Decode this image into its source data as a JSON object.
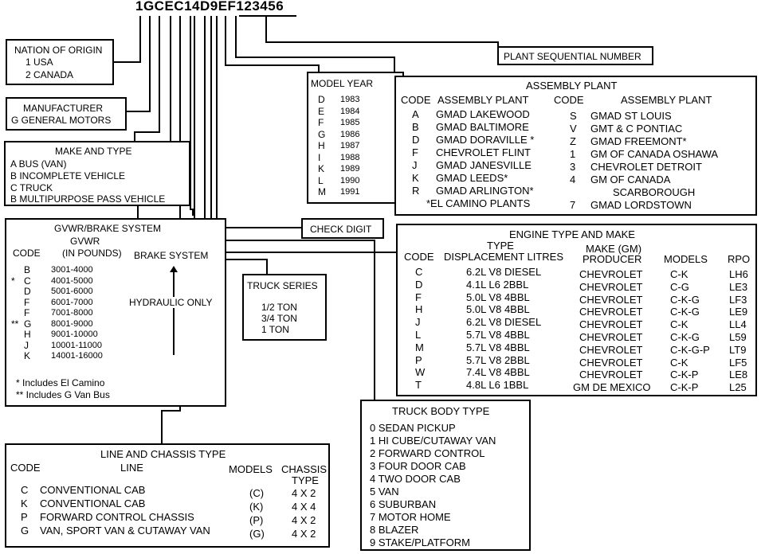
{
  "vin": "1GCEC14D9EF123456",
  "nation": {
    "title": "NATION OF ORIGIN",
    "items": [
      "1  USA",
      "2  CANADA"
    ]
  },
  "manufacturer": {
    "title": "MANUFACTURER",
    "item": "G GENERAL MOTORS"
  },
  "make_type": {
    "title": "MAKE AND TYPE",
    "items": [
      "A  BUS (VAN)",
      "B  INCOMPLETE VEHICLE",
      "C  TRUCK",
      "B  MULTIPURPOSE PASS VEHICLE"
    ]
  },
  "gvwr": {
    "title": "GVWR/BRAKE SYSTEM",
    "col_code": "CODE",
    "col_gvwr": "GVWR",
    "col_gvwr_sub": "(IN POUNDS)",
    "col_brake": "BRAKE SYSTEM",
    "brake_value": "HYDRAULIC ONLY",
    "rows": [
      {
        "mark": "",
        "code": "B",
        "range": "3001-4000"
      },
      {
        "mark": "*",
        "code": "C",
        "range": "4001-5000"
      },
      {
        "mark": "",
        "code": "D",
        "range": "5001-6000"
      },
      {
        "mark": "",
        "code": "F",
        "range": "6001-7000"
      },
      {
        "mark": "",
        "code": "F",
        "range": "7001-8000"
      },
      {
        "mark": "**",
        "code": "G",
        "range": "8001-9000"
      },
      {
        "mark": "",
        "code": "H",
        "range": "9001-10000"
      },
      {
        "mark": "",
        "code": "J",
        "range": "10001-11000"
      },
      {
        "mark": "",
        "code": "K",
        "range": "14001-16000"
      }
    ],
    "notes": [
      "*  Includes El Camino",
      "** Includes G Van Bus"
    ]
  },
  "model_year": {
    "title": "MODEL YEAR",
    "rows": [
      {
        "code": "D",
        "year": "1983"
      },
      {
        "code": "E",
        "year": "1984"
      },
      {
        "code": "F",
        "year": "1985"
      },
      {
        "code": "G",
        "year": "1986"
      },
      {
        "code": "H",
        "year": "1987"
      },
      {
        "code": "I",
        "year": "1988"
      },
      {
        "code": "K",
        "year": "1989"
      },
      {
        "code": "L",
        "year": "1990"
      },
      {
        "code": "M",
        "year": "1991"
      }
    ]
  },
  "plant_seq": {
    "label": "PLANT SEQUENTIAL NUMBER"
  },
  "check_digit": {
    "label": "CHECK DIGIT"
  },
  "assembly": {
    "title": "ASSEMBLY PLANT",
    "col_code": "CODE",
    "col_plant": "ASSEMBLY PLANT",
    "left": [
      {
        "code": "A",
        "plant": "GMAD LAKEWOOD"
      },
      {
        "code": "B",
        "plant": "GMAD BALTIMORE"
      },
      {
        "code": "D",
        "plant": "GMAD DORAVILLE *"
      },
      {
        "code": "F",
        "plant": "CHEVROLET FLINT"
      },
      {
        "code": "J",
        "plant": "GMAD JANESVILLE"
      },
      {
        "code": "K",
        "plant": "GMAD LEEDS*"
      },
      {
        "code": "R",
        "plant": "GMAD ARLINGTON*"
      }
    ],
    "left_note": "*EL CAMINO PLANTS",
    "right": [
      {
        "code": "S",
        "plant": "GMAD ST LOUIS"
      },
      {
        "code": "V",
        "plant": "GMT & C PONTIAC"
      },
      {
        "code": "Z",
        "plant": "GMAD FREEMONT*"
      },
      {
        "code": "1",
        "plant": "GM  OF CANADA OSHAWA"
      },
      {
        "code": "3",
        "plant": "CHEVROLET DETROIT"
      },
      {
        "code": "4",
        "plant": "GM OF CANADA"
      },
      {
        "code": "",
        "plant": "SCARBOROUGH"
      },
      {
        "code": "7",
        "plant": "GMAD LORDSTOWN"
      }
    ]
  },
  "engine": {
    "title": "ENGINE TYPE AND MAKE",
    "h_type": "TYPE",
    "h_make": "MAKE (GM)",
    "h_code": "CODE",
    "h_disp": "DISPLACEMENT LITRES",
    "h_producer": "PRODUCER",
    "h_models": "MODELS",
    "h_rpo": "RPO",
    "rows": [
      {
        "code": "C",
        "disp": "6.2L  V8 DIESEL",
        "producer": "CHEVROLET",
        "models": "C-K",
        "rpo": "LH6"
      },
      {
        "code": "D",
        "disp": "4.1L  L6 2BBL",
        "producer": "CHEVROLET",
        "models": "C-G",
        "rpo": "LE3"
      },
      {
        "code": "F",
        "disp": "5.0L  V8  4BBL",
        "producer": "CHEVROLET",
        "models": "C-K-G",
        "rpo": "LF3"
      },
      {
        "code": "H",
        "disp": "5.0L  V8 4BBL",
        "producer": "CHEVROLET",
        "models": "C-K-G",
        "rpo": "LE9"
      },
      {
        "code": "J",
        "disp": "6.2L  V8 DIESEL",
        "producer": "CHEVROLET",
        "models": "C-K",
        "rpo": "LL4"
      },
      {
        "code": "L",
        "disp": "5.7L  V8 4BBL",
        "producer": "CHEVROLET",
        "models": "C-K-G",
        "rpo": "L59"
      },
      {
        "code": "M",
        "disp": "5.7L  V8 4BBL",
        "producer": "CHEVROLET",
        "models": "C-K-G-P",
        "rpo": "LT9"
      },
      {
        "code": "P",
        "disp": "5.7L  V8 2BBL",
        "producer": "CHEVROLET",
        "models": "C-K",
        "rpo": "LF5"
      },
      {
        "code": "W",
        "disp": "7.4L  V8 4BBL",
        "producer": "CHEVROLET",
        "models": "C-K-P",
        "rpo": "LE8"
      },
      {
        "code": "T",
        "disp": "4.8L   L6 1BBL",
        "producer": "GM DE MEXICO",
        "models": "C-K-P",
        "rpo": "L25"
      }
    ]
  },
  "truck_series": {
    "title": "TRUCK SERIES",
    "items": [
      "1/2  TON",
      "3/4  TON",
      "1     TON"
    ]
  },
  "body_type": {
    "title": "TRUCK BODY TYPE",
    "items": [
      "0  SEDAN PICKUP",
      "1  HI CUBE/CUTAWAY  VAN",
      "2  FORWARD CONTROL",
      "3  FOUR DOOR CAB",
      "4  TWO  DOOR CAB",
      "5  VAN",
      "6  SUBURBAN",
      "7  MOTOR HOME",
      "8  BLAZER",
      "9  STAKE/PLATFORM"
    ]
  },
  "line_chassis": {
    "title": "LINE AND CHASSIS TYPE",
    "h_code": "CODE",
    "h_line": "LINE",
    "h_models": "MODELS",
    "h_chassis": "CHASSIS",
    "h_type": "TYPE",
    "rows": [
      {
        "code": "C",
        "line": "CONVENTIONAL CAB",
        "model": "(C)",
        "type": "4 X 2"
      },
      {
        "code": "K",
        "line": "CONVENTIONAL  CAB",
        "model": "(K)",
        "type": "4 X 4"
      },
      {
        "code": "P",
        "line": "FORWARD CONTROL CHASSIS",
        "model": "(P)",
        "type": "4 X 2"
      },
      {
        "code": "G",
        "line": "VAN,  SPORT VAN & CUTAWAY VAN",
        "model": "(G)",
        "type": "4 X 2"
      }
    ]
  }
}
